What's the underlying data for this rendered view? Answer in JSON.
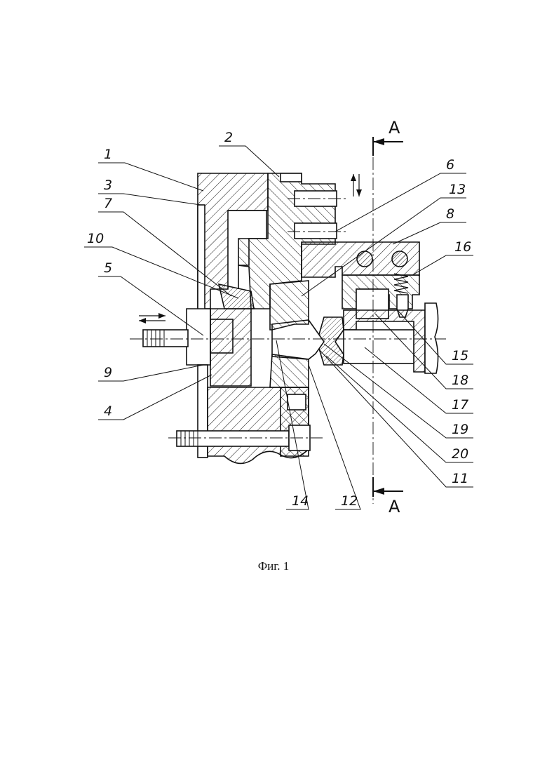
{
  "figure": {
    "caption": "Фиг. 1",
    "section_label_top": "А",
    "section_label_bottom": "А",
    "callouts": {
      "c1": "1",
      "c2": "2",
      "c3": "3",
      "c4": "4",
      "c5": "5",
      "c6": "6",
      "c7": "7",
      "c8": "8",
      "c9": "9",
      "c10": "10",
      "c11": "11",
      "c12": "12",
      "c13": "13",
      "c14": "14",
      "c15": "15",
      "c16": "16",
      "c17": "17",
      "c18": "18",
      "c19": "19",
      "c20": "20"
    }
  },
  "colors": {
    "ink": "#111111",
    "paper": "#ffffff"
  }
}
